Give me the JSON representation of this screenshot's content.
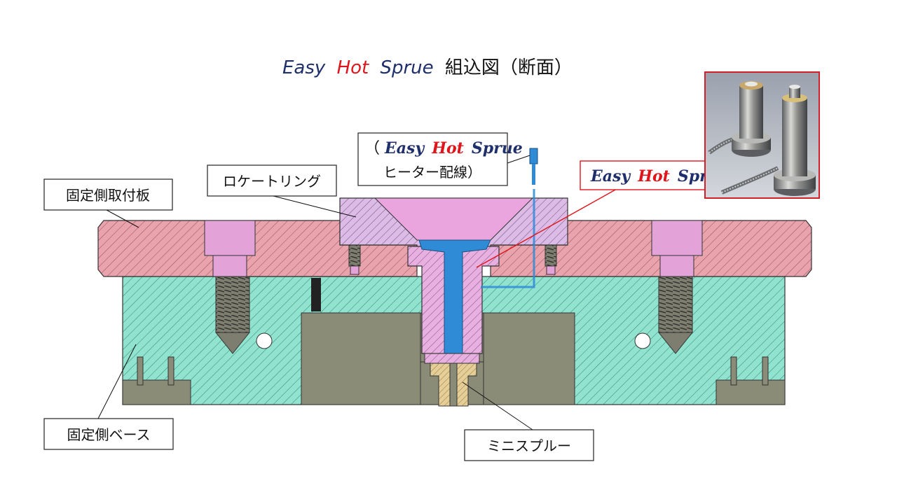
{
  "title": {
    "part1": "Easy",
    "part2": "Hot",
    "part3": "Sprue",
    "suffix": "組込図（断面）"
  },
  "labels": {
    "fixed_clamp_plate": "固定側取付板",
    "locate_ring": "ロケートリング",
    "heater_wiring_open": "（",
    "heater_easy": "Easy",
    "heater_hot": "Hot",
    "heater_sprue": "Sprue",
    "heater_wiring_text": "ヒーター配線）",
    "product_easy": "Easy",
    "product_hot": "Hot",
    "product_sprue": "Sprue",
    "fixed_base": "固定側ベース",
    "mini_sprue": "ミニスプルー"
  },
  "colors": {
    "navy": "#1f2f6b",
    "red": "#e0141b",
    "clamp_plate": "#e8a3ad",
    "base_plate": "#8fe3cf",
    "locate_ring": "#d9b8e3",
    "inner_pink": "#e8a7dc",
    "gray_block": "#8a8c78",
    "heater_blue": "#2f8bd6",
    "mini_sprue": "#e6cf97",
    "photo_border": "#d32028"
  }
}
